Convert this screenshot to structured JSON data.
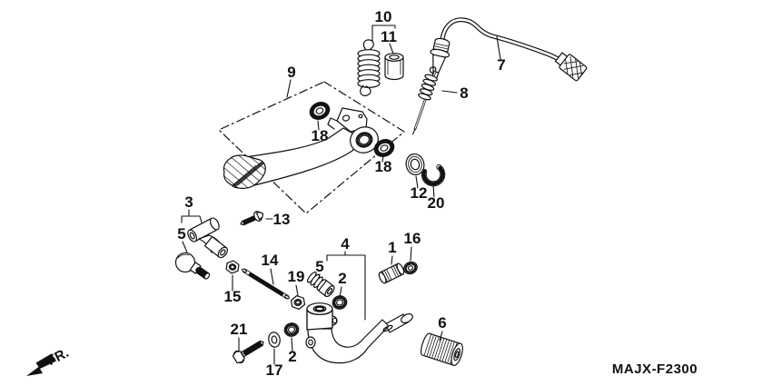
{
  "diagram": {
    "code": "MAJX-F2300",
    "front_marker": "FR.",
    "colors": {
      "ink": "#111111",
      "background": "#ffffff"
    },
    "part_labels": {
      "l1": "1",
      "l2a": "2",
      "l2b": "2",
      "l3": "3",
      "l4": "4",
      "l5a": "5",
      "l5b": "5",
      "l6": "6",
      "l7": "7",
      "l8": "8",
      "l9": "9",
      "l10": "10",
      "l11": "11",
      "l12": "12",
      "l13": "13",
      "l14": "14",
      "l15": "15",
      "l16": "16",
      "l17": "17",
      "l18a": "18",
      "l18b": "18",
      "l19": "19",
      "l20": "20",
      "l21": "21"
    }
  }
}
